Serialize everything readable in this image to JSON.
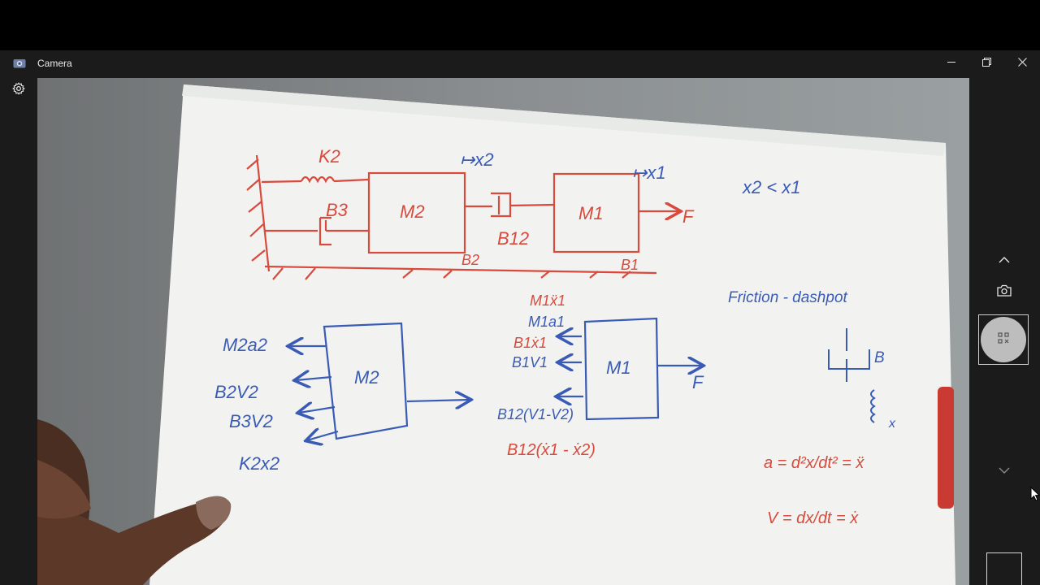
{
  "window": {
    "title": "Camera"
  },
  "controls": {
    "minimize": "minimize-icon",
    "restore": "restore-icon",
    "close": "close-icon"
  },
  "sidebar": {
    "settings": "gear-icon"
  },
  "rail": {
    "up": "chevron-up-icon",
    "photo_mode": "camera-icon",
    "capture": "qr-scan-icon",
    "down": "chevron-down-icon"
  },
  "whiteboard": {
    "top_diagram": {
      "spring": "K2",
      "damper_left": "B3",
      "mass_left": "M2",
      "damper_mid": "B12",
      "mass_right": "M1",
      "force": "F",
      "friction_left": "B2",
      "friction_right": "B1",
      "disp_left": "↦x2",
      "disp_right": "↦x1"
    },
    "condition": "x2 < x1",
    "fbd_m2": {
      "mass": "M2",
      "forces": [
        "M2a2",
        "B2V2",
        "B3V2",
        "K2x2"
      ]
    },
    "fbd_m1": {
      "mass": "M1",
      "force": "F",
      "labels_red": [
        "M1ẍ1",
        "M1a1",
        "B1ẋ1",
        "B1V1",
        "B12(V1-V2)",
        "B12(ẋ1 - ẋ2)"
      ]
    },
    "notes": {
      "heading": "Friction - dashpot",
      "damper_label": "B",
      "spring_label": "x",
      "accel": "a = d²x/dt² = ẍ",
      "vel": "V = dx/dt = ẋ"
    }
  }
}
